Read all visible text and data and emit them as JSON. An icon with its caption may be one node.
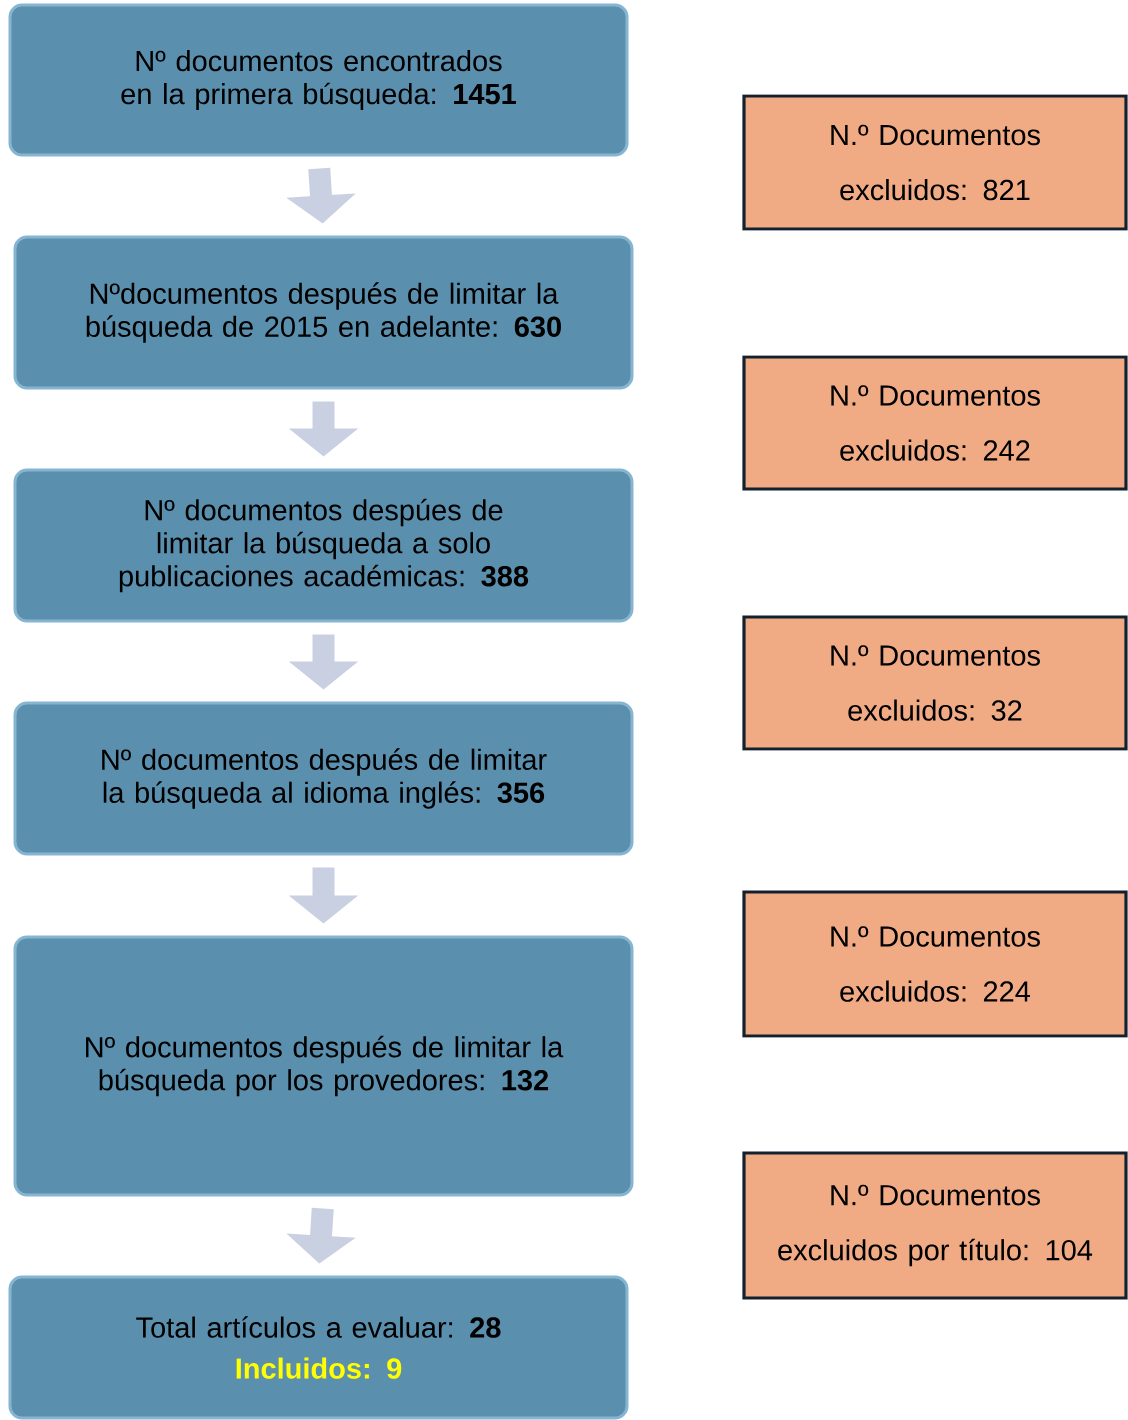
{
  "diagram": {
    "nodes": [
      {
        "text": [
          "Nº documentos encontrados en la primera búsqueda: **1451**"
        ]
      },
      {
        "text": [
          "Nºdocumentos después de limitar la búsqueda de 2015 en adelante: **630**"
        ]
      },
      {
        "text": [
          "Nº documentos despúes de limitar la búsqueda a solo publicaciones académicas: **388**"
        ]
      },
      {
        "text": [
          "Nº documentos después de limitar la búsqueda al idioma inglés: **356**"
        ]
      },
      {
        "text": [
          "Nº documentos después de limitar la búsqueda por los provedores: **132**"
        ]
      },
      {
        "text": [
          "Total artículos a evaluar: **28**",
          "Incluidos: 9"
        ]
      },
      {
        "text": [
          "N.º Documentos excluidos: 821"
        ]
      },
      {
        "text": [
          "N.º Documentos excluidos: 242"
        ]
      },
      {
        "text": [
          "N.º Documentos excluidos: 32"
        ]
      },
      {
        "text": [
          "N.º Documentos excluidos: 224"
        ]
      },
      {
        "text": [
          "N.º Documentos excluidos por título: 104"
        ]
      }
    ],
    "edges": [
      {
        "from": 0,
        "to": 1,
        "arrow": "to"
      },
      {
        "from": 1,
        "to": 2,
        "arrow": "to"
      },
      {
        "from": 2,
        "to": 3,
        "arrow": "to"
      },
      {
        "from": 3,
        "to": 4,
        "arrow": "to"
      },
      {
        "from": 4,
        "to": 5,
        "arrow": "to"
      }
    ]
  }
}
